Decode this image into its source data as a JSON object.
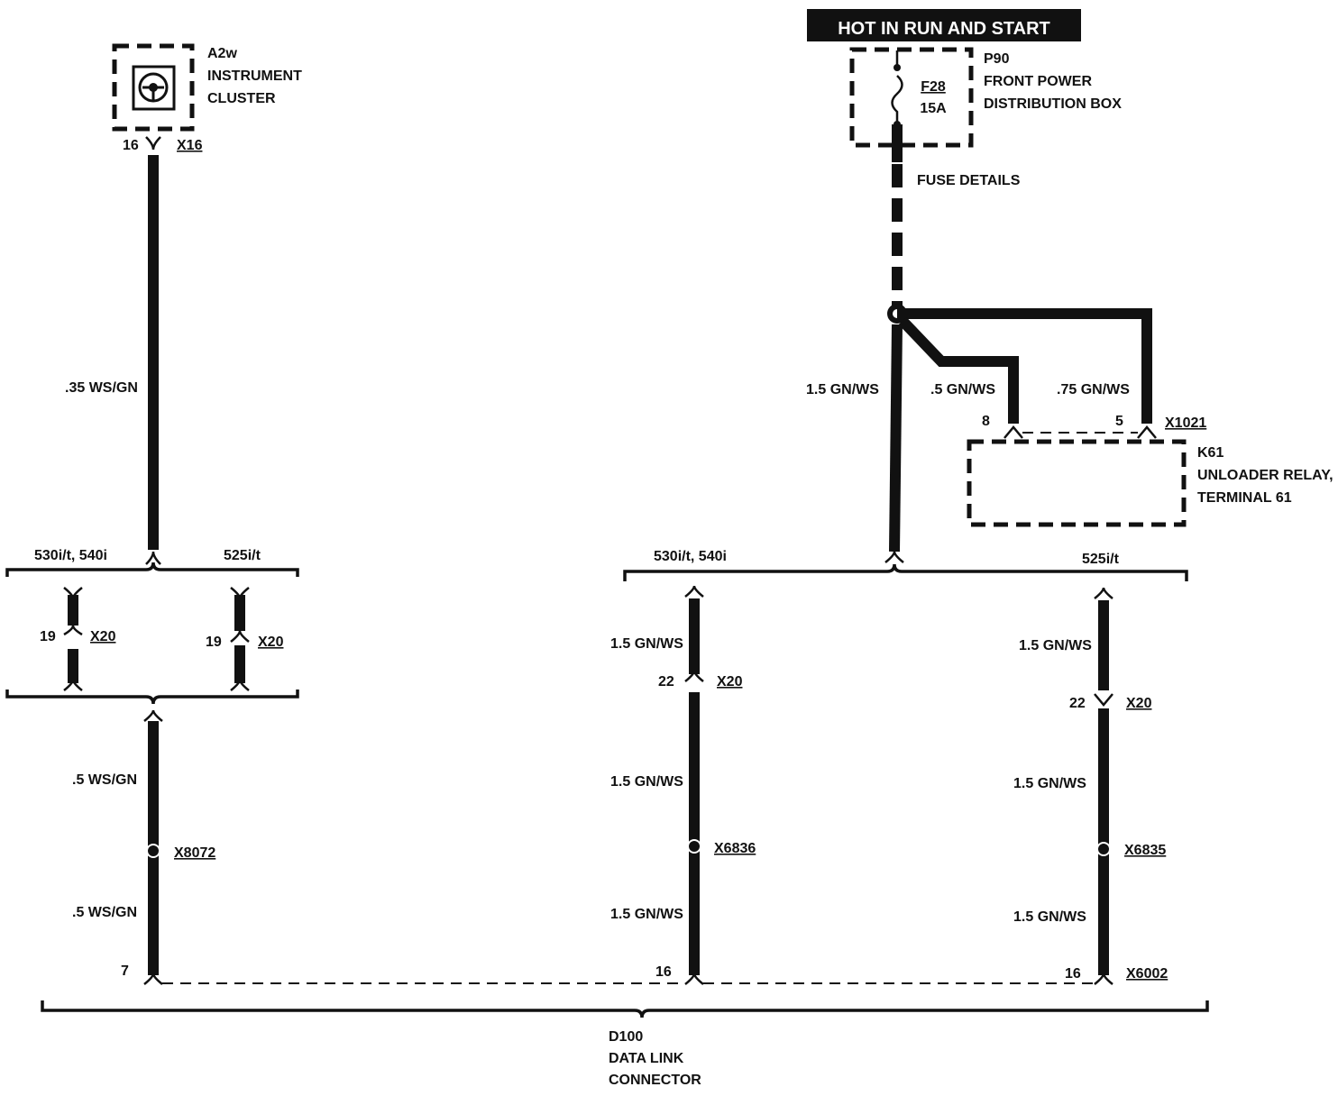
{
  "header": {
    "text": "HOT IN RUN AND START"
  },
  "components": {
    "a2w": {
      "ref": "A2w",
      "line1": "INSTRUMENT",
      "line2": "CLUSTER"
    },
    "p90": {
      "ref": "P90",
      "line1": "FRONT POWER",
      "line2": "DISTRIBUTION BOX"
    },
    "fuse": {
      "name": "F28",
      "rating": "15A"
    },
    "fuse_details": "FUSE DETAILS",
    "k61": {
      "ref": "K61",
      "line1": "UNLOADER RELAY,",
      "line2": "TERMINAL 61"
    },
    "d100": {
      "ref": "D100",
      "line1": "DATA LINK",
      "line2": "CONNECTOR"
    }
  },
  "connectors": {
    "x16": "X16",
    "x20": "X20",
    "x1021": "X1021",
    "x8072": "X8072",
    "x6836": "X6836",
    "x6835": "X6835",
    "x6002": "X6002"
  },
  "pins": {
    "p16": "16",
    "p19": "19",
    "p22": "22",
    "p8": "8",
    "p5": "5",
    "p7": "7"
  },
  "wires": {
    "w035": ".35 WS/GN",
    "w05ws": ".5 WS/GN",
    "w15gn": "1.5 GN/WS",
    "w05gn": ".5 GN/WS",
    "w075gn": ".75 GN/WS"
  },
  "variants": {
    "v530": "530i/t, 540i",
    "v525": "525i/t"
  }
}
